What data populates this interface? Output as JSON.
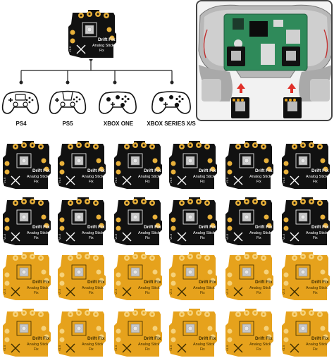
{
  "top_board": {
    "name": "drift-fix-board-main",
    "color": "#111111",
    "text_line1": "Drift  Fix",
    "text_line2": "Analog Stick",
    "text_line3": "Fix",
    "version": "V1.5"
  },
  "consoles": [
    {
      "label": "PS4",
      "icon": "ps4-controller-icon"
    },
    {
      "label": "PS5",
      "icon": "ps5-controller-icon"
    },
    {
      "label": "XBOX ONE",
      "icon": "xbox-one-controller-icon"
    },
    {
      "label": "XBOX SERIES X/S",
      "icon": "xbox-series-controller-icon"
    }
  ],
  "photo": {
    "description_icon": "controller-internal-photo",
    "arrow_color": "#e0302a"
  },
  "boards_grid": {
    "rows": [
      {
        "color": "#111111",
        "text_color": "#ffffff"
      },
      {
        "color": "#111111",
        "text_color": "#ffffff"
      },
      {
        "color": "#e6a21c",
        "text_color": "#ffffff"
      },
      {
        "color": "#e6a21c",
        "text_color": "#ffffff"
      }
    ],
    "columns": 6,
    "text_line1": "Drift  Fix",
    "text_line2": "Analog Stick",
    "text_line3": "Fix",
    "version": "V1.5"
  }
}
